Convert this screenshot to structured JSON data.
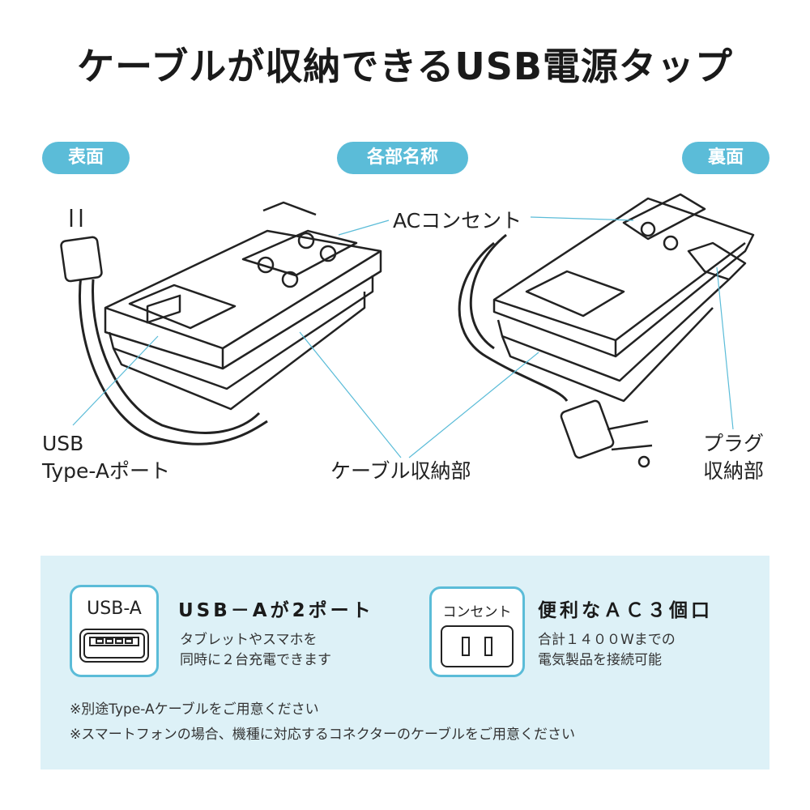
{
  "title": "ケーブルが収納できるUSB電源タップ",
  "pills": {
    "front": "表面",
    "parts": "各部名称",
    "back": "裏面"
  },
  "labels": {
    "ac_outlet": "ACコンセント",
    "usb_line1": "USB",
    "usb_line2": "Type-Aポート",
    "cable_storage": "ケーブル収納部",
    "plug_line1": "プラグ",
    "plug_line2": "収納部"
  },
  "features": [
    {
      "icon_label": "USB-A",
      "icon": "usb-a-port-icon",
      "title": "USB－Aが2ポート",
      "desc1": "タブレットやスマホを",
      "desc2": "同時に２台充電できます"
    },
    {
      "icon_label": "コンセント",
      "icon": "ac-outlet-icon",
      "title": "便利なＡＣ３個口",
      "desc1": "合計１４００Wまでの",
      "desc2": "電気製品を接続可能"
    }
  ],
  "notes": [
    "※別途Type-Aケーブルをご用意ください",
    "※スマートフォンの場合、機種に対応するコネクターのケーブルをご用意ください"
  ],
  "colors": {
    "accent": "#5bbcd8",
    "panel_bg": "#ddf1f7"
  }
}
